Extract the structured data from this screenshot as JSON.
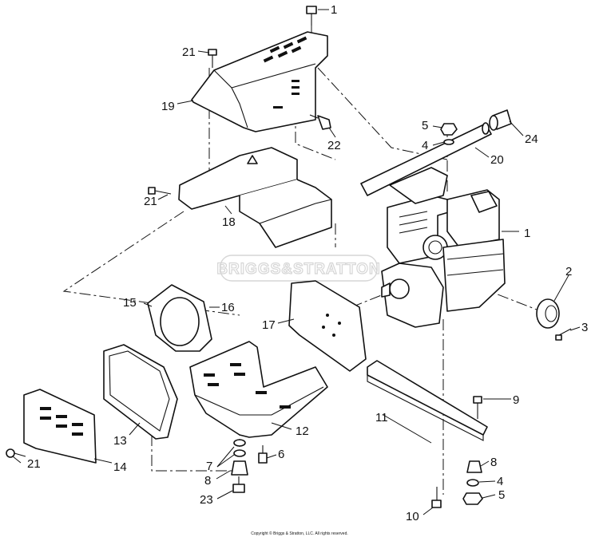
{
  "watermark": "BRIGGS&STRATTON",
  "copyright": "Copyright © Briggs & Stratton, LLC. All rights reserved.",
  "callouts": [
    {
      "id": "c1a",
      "text": "1"
    },
    {
      "id": "c1b",
      "text": "1"
    },
    {
      "id": "c2",
      "text": "2"
    },
    {
      "id": "c3",
      "text": "3"
    },
    {
      "id": "c4a",
      "text": "4"
    },
    {
      "id": "c4b",
      "text": "4"
    },
    {
      "id": "c5a",
      "text": "5"
    },
    {
      "id": "c5b",
      "text": "5"
    },
    {
      "id": "c6",
      "text": "6"
    },
    {
      "id": "c7",
      "text": "7"
    },
    {
      "id": "c8a",
      "text": "8"
    },
    {
      "id": "c8b",
      "text": "8"
    },
    {
      "id": "c9",
      "text": "9"
    },
    {
      "id": "c10",
      "text": "10"
    },
    {
      "id": "c11",
      "text": "11"
    },
    {
      "id": "c12",
      "text": "12"
    },
    {
      "id": "c13",
      "text": "13"
    },
    {
      "id": "c14",
      "text": "14"
    },
    {
      "id": "c15",
      "text": "15"
    },
    {
      "id": "c16",
      "text": "16"
    },
    {
      "id": "c17",
      "text": "17"
    },
    {
      "id": "c18",
      "text": "18"
    },
    {
      "id": "c19",
      "text": "19"
    },
    {
      "id": "c20",
      "text": "20"
    },
    {
      "id": "c21a",
      "text": "21"
    },
    {
      "id": "c21b",
      "text": "21"
    },
    {
      "id": "c21c",
      "text": "21"
    },
    {
      "id": "c22",
      "text": "22"
    },
    {
      "id": "c23",
      "text": "23"
    },
    {
      "id": "c24",
      "text": "24"
    }
  ]
}
